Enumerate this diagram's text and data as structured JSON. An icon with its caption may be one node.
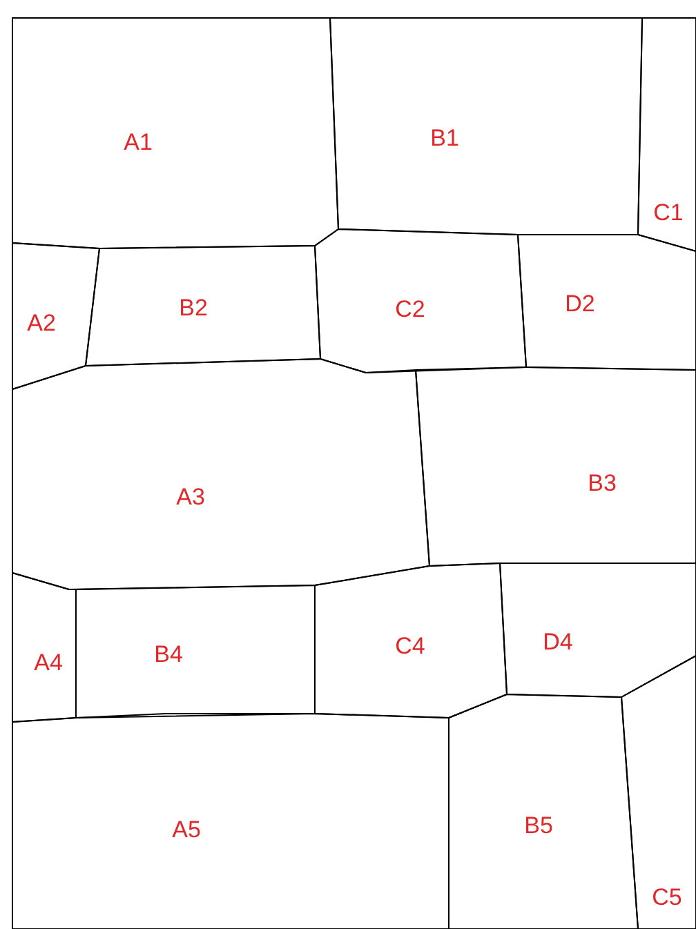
{
  "diagram": {
    "nodes": [
      {
        "text": [
          "A1"
        ]
      },
      {
        "text": [
          "B1"
        ]
      },
      {
        "text": [
          "C1"
        ]
      },
      {
        "text": [
          "A2"
        ]
      },
      {
        "text": [
          "B2"
        ]
      },
      {
        "text": [
          "C2"
        ]
      },
      {
        "text": [
          "D2"
        ]
      },
      {
        "text": [
          "A3"
        ]
      },
      {
        "text": [
          "B3"
        ]
      },
      {
        "text": [
          "A4"
        ]
      },
      {
        "text": [
          "B4"
        ]
      },
      {
        "text": [
          "C4"
        ]
      },
      {
        "text": [
          "D4"
        ]
      },
      {
        "text": [
          "A5"
        ]
      },
      {
        "text": [
          "B5"
        ]
      },
      {
        "text": [
          "C5"
        ]
      }
    ]
  }
}
